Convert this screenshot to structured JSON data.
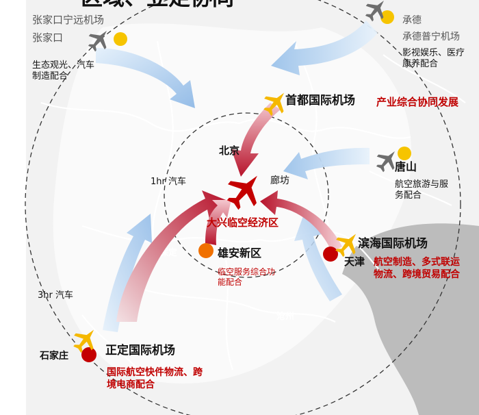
{
  "title_fragment": "区域、立足协同",
  "colors": {
    "accent_red": "#c00000",
    "plane_yellow": "#f5b800",
    "plane_gray": "#6e6e6e",
    "arrow_blue": "#9cc3ea",
    "arrow_red": "#b7132b",
    "dot_yellow": "#f6c400",
    "dot_orange": "#f07000",
    "dot_red": "#c40000"
  },
  "rings": {
    "inner": "1hr 汽车",
    "outer": "3hr 汽车"
  },
  "center": {
    "city": "北京",
    "zone": "大兴临空经济区",
    "nearby": "廊坊"
  },
  "nodes": {
    "zhangjiakou": {
      "airport": "张家口宁远机场",
      "city": "张家口",
      "role": "生态观光、汽车制造配合"
    },
    "chengde": {
      "city": "承德",
      "airport": "承德普宁机场",
      "role": "影视娱乐、医疗康养配合"
    },
    "capital": {
      "airport": "首都国际机场",
      "role": "产业综合协同发展"
    },
    "tangshan": {
      "city": "唐山",
      "role": "航空旅游与服务配合"
    },
    "binhai": {
      "airport": "滨海国际机场",
      "city": "天津",
      "role": "航空制造、多式联运物流、跨境贸易配合"
    },
    "xiongan": {
      "city": "雄安新区",
      "role": "临空服务综合功能配合"
    },
    "zhengding": {
      "airport": "正定国际机场",
      "city": "石家庄",
      "role": "国际航空快件物流、跨境电商配合"
    }
  },
  "map_labels": {
    "baoding": "保定",
    "cangzhou": "沧州"
  },
  "icons": [
    "airplane-icon",
    "location-dot-icon"
  ]
}
